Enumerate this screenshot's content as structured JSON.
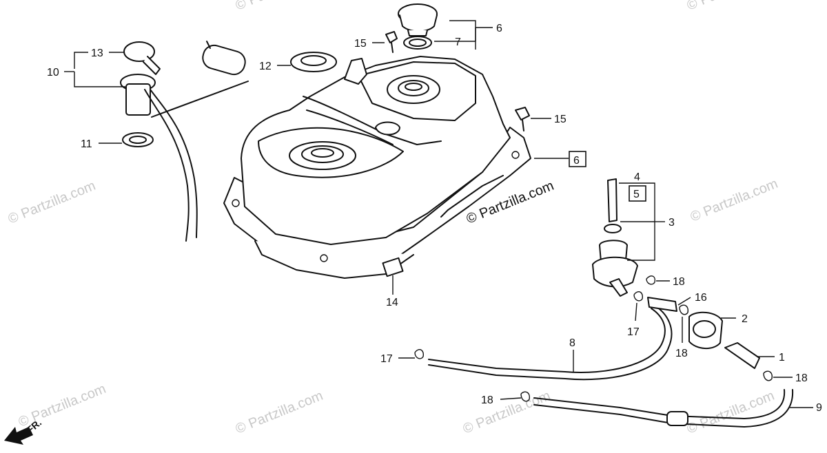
{
  "watermark_text": "© Partzilla.com",
  "copyright_text": "© Partzilla.com",
  "direction_label": "FR.",
  "callouts": [
    "1",
    "2",
    "3",
    "4",
    "5",
    "6",
    "7",
    "8",
    "9",
    "10",
    "11",
    "12",
    "13",
    "14",
    "15",
    "15",
    "16",
    "17",
    "17",
    "18",
    "18",
    "18",
    "18"
  ],
  "boxed_callouts": [
    "5",
    "6"
  ],
  "colors": {
    "ink": "#111111",
    "watermark": "#c8c8c8",
    "background": "#ffffff"
  }
}
